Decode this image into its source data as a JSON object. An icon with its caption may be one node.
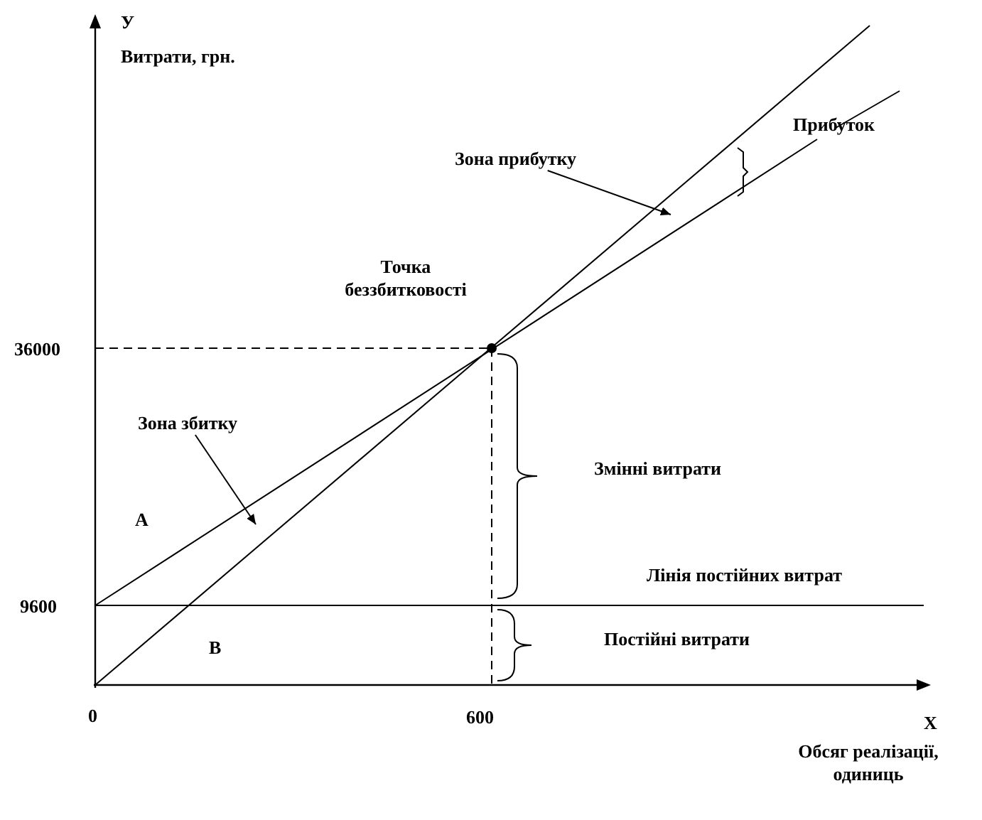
{
  "diagram": {
    "nodes": [
      {
        "text": [
          "Зона прибутку"
        ]
      },
      {
        "text": [
          "Зона збитку"
        ]
      }
    ],
    "edges": [
      {
        "from": 0,
        "to": null,
        "arrow": "to"
      },
      {
        "from": 1,
        "to": null,
        "arrow": "to"
      }
    ],
    "labels": [
      "У",
      "Витрати, грн.",
      "Прибуток",
      "Точка беззбитковості",
      "36000",
      "Змінні витрати",
      "А",
      "9600",
      "Лінія постійних витрат",
      "В",
      "Постійні витрати",
      "0",
      "600",
      "Х",
      "Обсяг реалізації, одиниць"
    ]
  }
}
